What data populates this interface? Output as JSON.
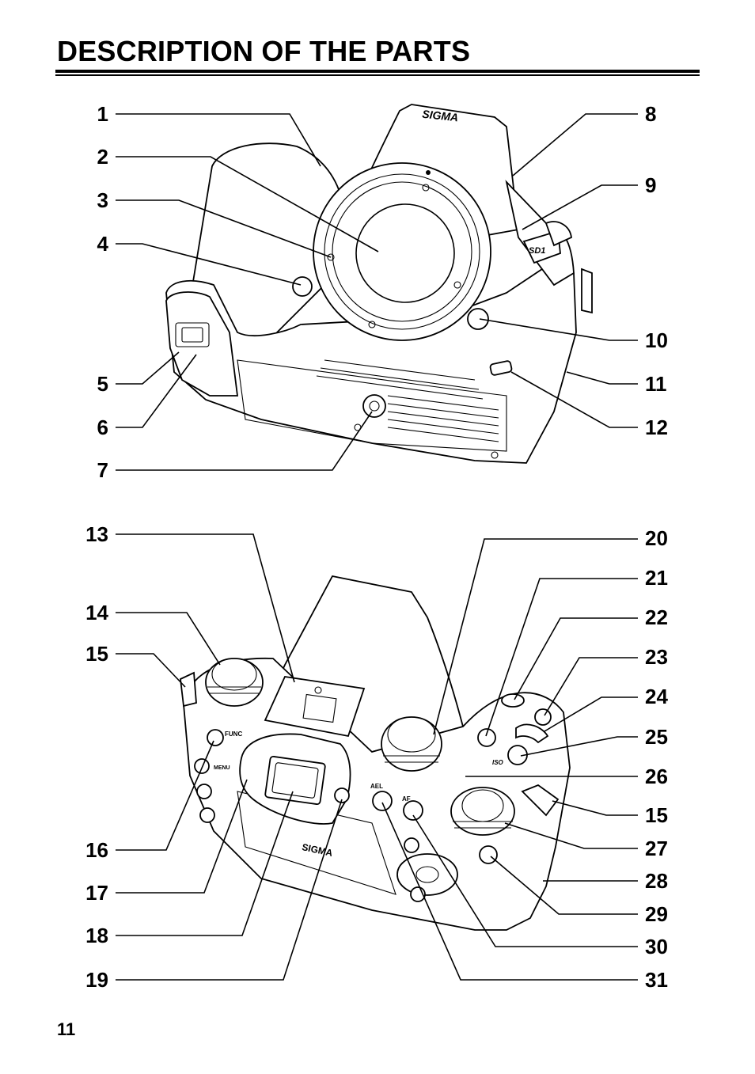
{
  "header": {
    "title": "DESCRIPTION OF THE PARTS"
  },
  "page_number": "11",
  "camera_markings": {
    "brand_front": "SIGMA",
    "model": "SD1",
    "brand_back": "SIGMA",
    "iso": "ISO",
    "ael": "AEL",
    "af": "AF",
    "func": "FUNC",
    "menu": "MENU"
  },
  "front_view": {
    "left_callouts": [
      "1",
      "2",
      "3",
      "4",
      "5",
      "6",
      "7"
    ],
    "right_callouts": [
      "8",
      "9",
      "10",
      "11",
      "12"
    ]
  },
  "back_view": {
    "left_callouts": [
      "13",
      "14",
      "15",
      "16",
      "17",
      "18",
      "19"
    ],
    "right_callouts": [
      "20",
      "21",
      "22",
      "23",
      "24",
      "25",
      "26",
      "15",
      "27",
      "28",
      "29",
      "30",
      "31"
    ]
  }
}
